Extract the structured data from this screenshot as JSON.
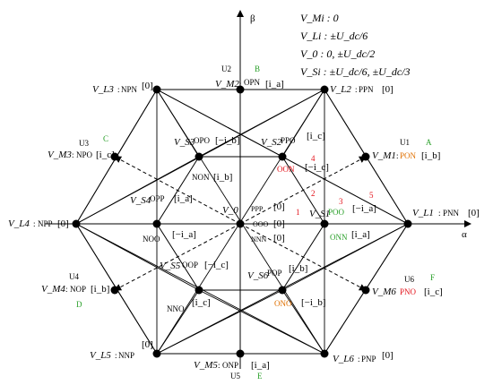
{
  "axes": {
    "alpha_label": "α",
    "beta_label": "β"
  },
  "legend": {
    "lines": [
      "V_Mi : 0",
      "V_Li : ±U_dc/6",
      "V_0 : 0, ±U_dc/2",
      "V_Si : ±U_dc/6, ±U_dc/3"
    ]
  },
  "large_vectors": [
    {
      "name": "V_L1",
      "state": "PNN",
      "value": "[0]"
    },
    {
      "name": "V_L2",
      "state": "PPN",
      "value": "[0]"
    },
    {
      "name": "V_L3",
      "state": "NPN",
      "value": "[0]"
    },
    {
      "name": "V_L4",
      "state": "NPP",
      "value": "[0]"
    },
    {
      "name": "V_L5",
      "state": "NNP",
      "value": "[0]"
    },
    {
      "name": "V_L6",
      "state": "PNP",
      "value": "[0]"
    }
  ],
  "medium_vectors": [
    {
      "name": "V_M1",
      "state": "PON",
      "value": "[i_b]",
      "unit": "U1",
      "letter": "A"
    },
    {
      "name": "V_M2",
      "state": "OPN",
      "value": "[i_a]",
      "unit": "U2",
      "letter": "B"
    },
    {
      "name": "V_M3",
      "state": "NPO",
      "value": "[i_c]",
      "unit": "U3",
      "letter": "C"
    },
    {
      "name": "V_M4",
      "state": "NOP",
      "value": "[i_b]",
      "unit": "U4",
      "letter": "D"
    },
    {
      "name": "V_M5",
      "state": "ONP",
      "value": "[i_a]",
      "unit": "U5",
      "letter": "E"
    },
    {
      "name": "V_M6",
      "state": "PNO",
      "value": "[i_c]",
      "unit": "U6",
      "letter": "F"
    }
  ],
  "small_vectors": [
    {
      "name": "V_S1",
      "state_a": "POO",
      "state_b": "ONN",
      "value_a": "[−i_a]",
      "value_b": "[i_a]"
    },
    {
      "name": "V_S2",
      "state_a": "PPO",
      "state_b": "OON",
      "value_a": "[i_c]",
      "value_b": "[−i_c]"
    },
    {
      "name": "V_S3",
      "state_a": "OPO",
      "state_b": "NON",
      "value_a": "[−i_b]",
      "value_b": "[i_b]"
    },
    {
      "name": "V_S4",
      "state_a": "OPP",
      "state_b": "NOO",
      "value_a": "[i_a]",
      "value_b": "[−i_a]"
    },
    {
      "name": "V_S5",
      "state_a": "OOP",
      "state_b": "NNO",
      "value_a": "[−i_c]",
      "value_b": "[i_c]"
    },
    {
      "name": "V_S6",
      "state_a": "POP",
      "state_b": "ONO",
      "value_a": "[i_b]",
      "value_b": "[−i_b]"
    }
  ],
  "zero_vector": {
    "name": "V_0",
    "states": [
      "PPP",
      "OOO",
      "NNN"
    ],
    "values": [
      "[0]",
      "[0]",
      "[0]"
    ]
  },
  "region_numbers": [
    "1",
    "2",
    "3",
    "4",
    "5"
  ]
}
